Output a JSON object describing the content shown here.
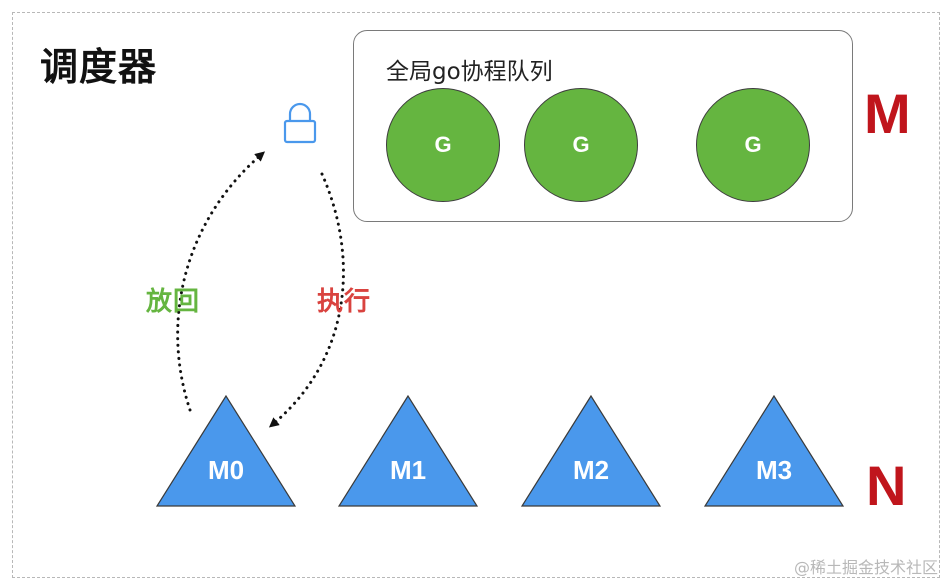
{
  "title": "调度器",
  "queue": {
    "label": "全局go协程队列",
    "goroutines": [
      "G",
      "G",
      "G"
    ],
    "fill_color": "#65b540"
  },
  "lock_icon": "lock-icon",
  "arrows": {
    "return_label": "放回",
    "execute_label": "执行",
    "return_color": "#65b540",
    "execute_color": "#d9433f"
  },
  "machines": [
    "M0",
    "M1",
    "M2",
    "M3"
  ],
  "machine_color": "#4a98ec",
  "letters": {
    "m": "M",
    "n": "N",
    "color": "#c0151c"
  },
  "watermark": "@稀土掘金技术社区"
}
